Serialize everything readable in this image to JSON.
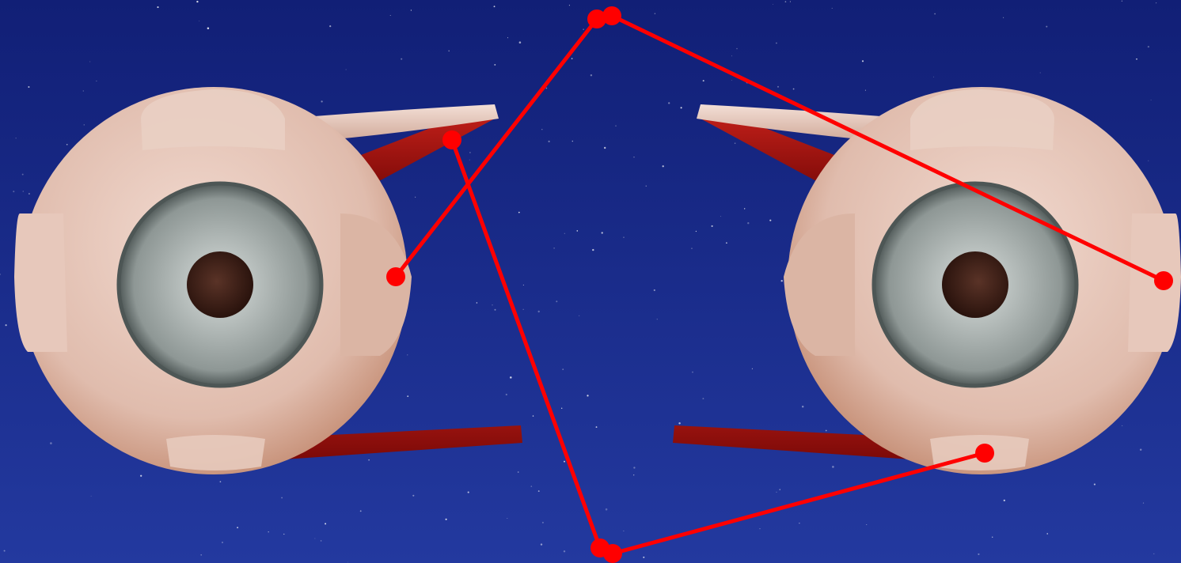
{
  "scene": {
    "background": {
      "top_color": "#111f76",
      "bottom_color": "#23399f",
      "star_color": "#ffffff"
    },
    "eyes": [
      {
        "side": "left",
        "description": "eyeball-with-extraocular-muscles"
      },
      {
        "side": "right",
        "description": "eyeball-with-extraocular-muscles"
      }
    ],
    "colors": {
      "sclera": "#e6c7b9",
      "sclera_shadow": "#c89278",
      "iris": "#9aa3a1",
      "iris_ring": "#56605f",
      "pupil": "#3a1e16",
      "muscle": "#a8100c",
      "muscle_dark": "#7a0806",
      "tendon": "#e7c9bd",
      "pointer": "#ff0000"
    },
    "pointers": [
      {
        "id": "pointer-left-medial-rectus",
        "target": "left-eye-medial-rectus-insertion"
      },
      {
        "id": "pointer-right-lateral-rectus",
        "target": "right-eye-lateral-rectus-insertion"
      },
      {
        "id": "pointer-left-superior-oblique",
        "target": "left-eye-superior-oblique-tendon"
      },
      {
        "id": "pointer-right-inferior-rectus",
        "target": "right-eye-inferior-rectus-insertion"
      }
    ]
  }
}
